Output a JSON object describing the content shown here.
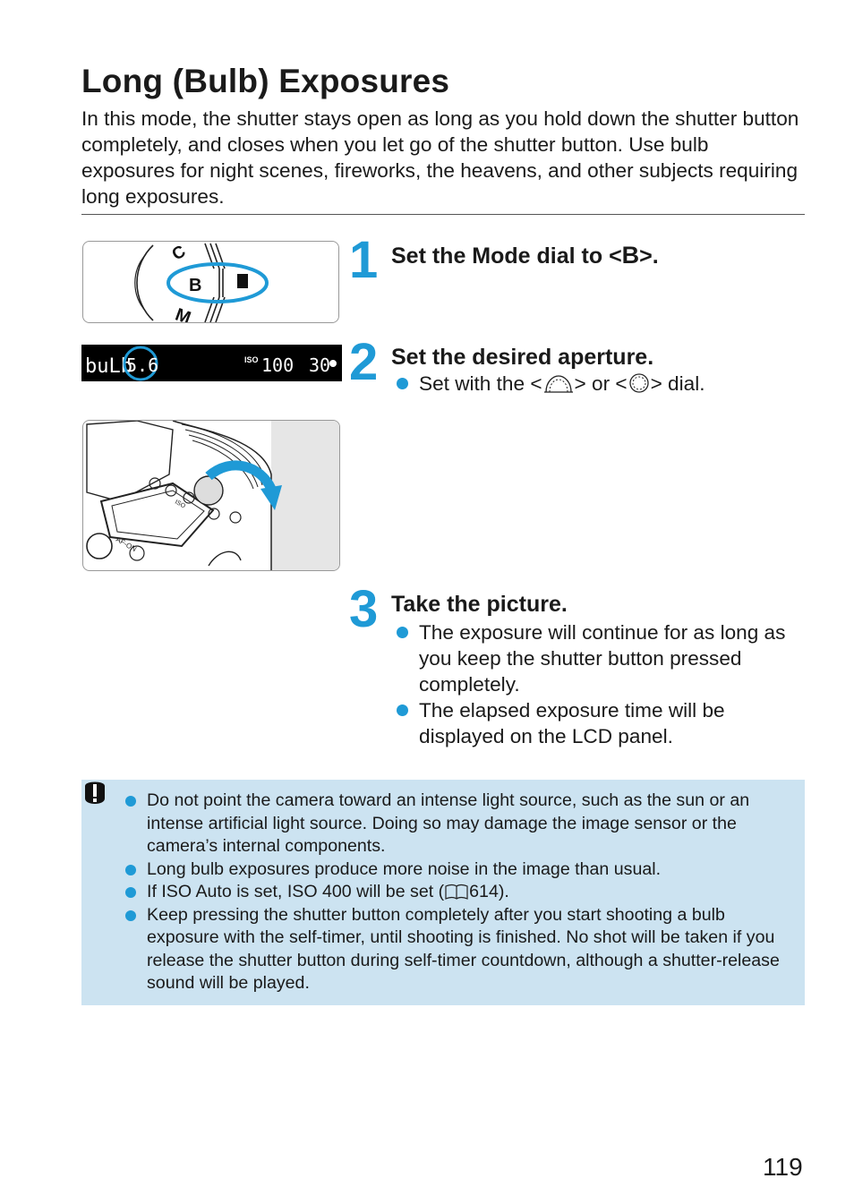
{
  "title": "Long (Bulb) Exposures",
  "intro": "In this mode, the shutter stays open as long as you hold down the shutter button completely, and closes when you let go of the shutter button. Use bulb exposures for night scenes, fireworks, the heavens, and other subjects requiring long exposures.",
  "colors": {
    "accent": "#1f9ad6",
    "note_bg": "#cce3f1"
  },
  "figures": {
    "dial": {
      "marks": [
        "C",
        "B",
        "M"
      ]
    },
    "lcd": {
      "mode": "buLb",
      "aperture": "5.6",
      "iso_label": "ISO",
      "iso_value": "100",
      "shots": "30"
    },
    "camera": {
      "button_labels": [
        "AF-ON",
        "ISO"
      ]
    }
  },
  "steps": [
    {
      "number": "1",
      "title_prefix": "Set the Mode dial to <",
      "title_mode": "B",
      "title_suffix": ">."
    },
    {
      "number": "2",
      "title": "Set the desired aperture.",
      "bullet": {
        "prefix": "Set with the <",
        "icon1": "main-dial-icon",
        "middle": "> or <",
        "icon2": "quick-control-dial-icon",
        "suffix": "> dial."
      }
    },
    {
      "number": "3",
      "title": "Take the picture.",
      "bullets": [
        "The exposure will continue for as long as you keep the shutter button pressed completely.",
        "The elapsed exposure time will be displayed on the LCD panel."
      ]
    }
  ],
  "caution": {
    "icon": "caution-icon",
    "items": [
      "Do not point the camera toward an intense light source, such as the sun or an intense artificial light source. Doing so may damage the image sensor or the camera’s internal components.",
      "Long bulb exposures produce more noise in the image than usual.",
      "Keep pressing the shutter button completely after you start shooting a bulb exposure with the self-timer, until shooting is finished. No shot will be taken if you release the shutter button during self-timer countdown, although a shutter-release sound will be played."
    ],
    "iso_item": {
      "prefix": "If ISO Auto is set, ISO 400 will be set (",
      "icon": "book-icon",
      "page": "614",
      "suffix": ")."
    }
  },
  "page_number": "119"
}
